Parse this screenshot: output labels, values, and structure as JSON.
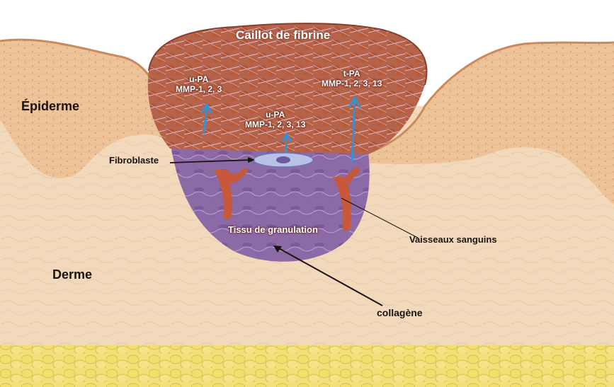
{
  "labels": {
    "caillot": "Caillot de fibrine",
    "epiderme": "Épiderme",
    "derme": "Derme",
    "fibroblaste": "Fibroblaste",
    "tissu": "Tissu de granulation",
    "vaisseaux": "Vaisseaux sanguins",
    "collagene": "collagène"
  },
  "enzymes": {
    "left": {
      "name": "u-PA",
      "mmp": "MMP-1, 2, 3"
    },
    "center": {
      "name": "u-PA",
      "mmp": "MMP-1, 2, 3, 13"
    },
    "right": {
      "name": "t-PA",
      "mmp": "MMP-1, 2, 3, 13"
    }
  },
  "colors": {
    "dermis": "#f2d9bc",
    "epidermis": "#edc49a",
    "clot": "#b5634a",
    "granulation": "#8c6aa6",
    "vessel": "#c8583a",
    "fat": "#f3e07a",
    "arrow_blue": "#3a8fd0"
  }
}
